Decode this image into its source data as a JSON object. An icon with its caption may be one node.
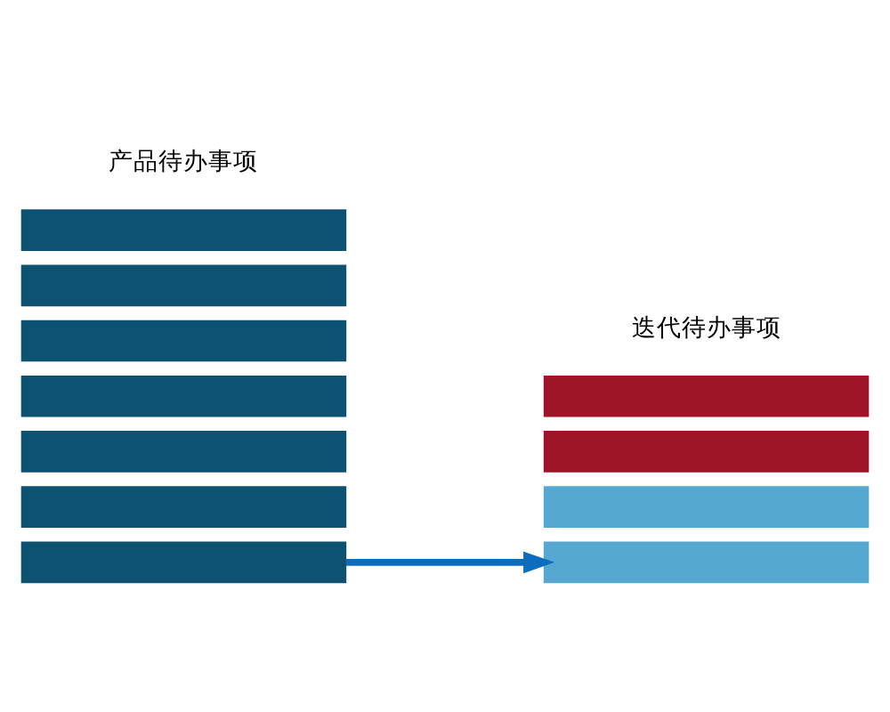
{
  "diagram": {
    "nodes": [
      {
        "text": [],
        "shape": "bar"
      },
      {
        "text": [],
        "shape": "bar"
      },
      {
        "text": [],
        "shape": "bar"
      },
      {
        "text": [],
        "shape": "bar"
      },
      {
        "text": [],
        "shape": "bar"
      },
      {
        "text": [],
        "shape": "bar"
      },
      {
        "text": [],
        "shape": "bar"
      },
      {
        "text": [],
        "shape": "bar"
      },
      {
        "text": [],
        "shape": "bar"
      },
      {
        "text": [],
        "shape": "bar"
      },
      {
        "text": [],
        "shape": "bar"
      }
    ],
    "edges": [
      {
        "from": 0,
        "to": 7,
        "arrow": "to"
      }
    ],
    "labels": [
      "产品待办事项",
      "迭代待办事项"
    ]
  }
}
